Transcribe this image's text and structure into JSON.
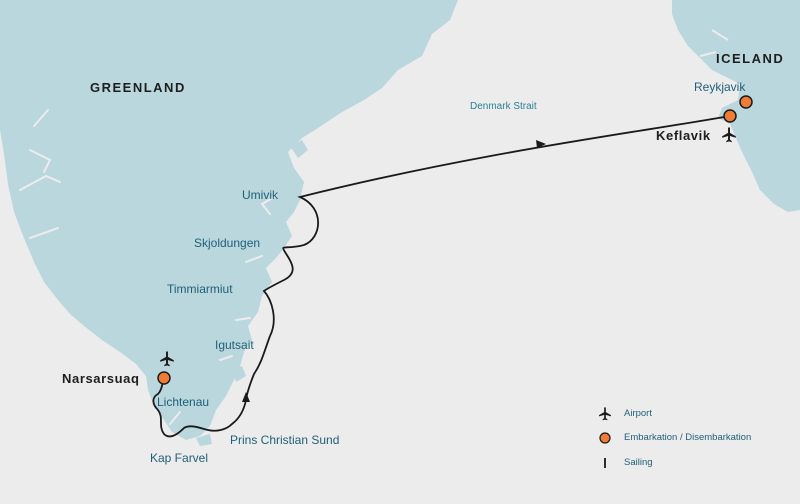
{
  "colors": {
    "sea": "#ececed",
    "land": "#b9d7dd",
    "route": "#1a1a1a",
    "embarkation": "#f07c34",
    "place_text": "#1f5f78"
  },
  "regions": {
    "greenland": "GREENLAND",
    "iceland": "ICELAND"
  },
  "sea_labels": {
    "denmark_strait": "Denmark Strait"
  },
  "places": {
    "reykjavik": "Reykjavik",
    "keflavik": "Keflavik",
    "umivik": "Umivik",
    "skjoldungen": "Skjoldungen",
    "timmiarmiut": "Timmiarmiut",
    "igutsait": "Igutsait",
    "narsarsuaq": "Narsarsuaq",
    "lichtenau": "Lichtenau",
    "prins_christian_sund": "Prins Christian Sund",
    "kap_farvel": "Kap Farvel"
  },
  "icons": {
    "airport": "airplane-icon",
    "embarkation": "orange-circle-marker",
    "sailing": "route-line"
  },
  "legend": {
    "airport": "Airport",
    "embarkation": "Embarkation / Disembarkation",
    "sailing": "Sailing"
  }
}
